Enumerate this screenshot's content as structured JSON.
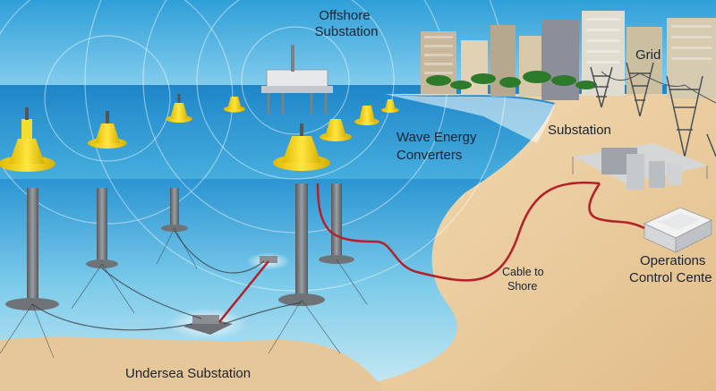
{
  "labels": {
    "offshore_substation": [
      "Offshore",
      "Substation"
    ],
    "wave_energy_converters": [
      "Wave Energy",
      "Converters"
    ],
    "grid": "Grid",
    "substation": "Substation",
    "cable_to_shore": [
      "Cable to",
      "Shore"
    ],
    "operations_control_center": [
      "Operations",
      "Control Cente"
    ],
    "undersea_substation": "Undersea Substation"
  },
  "colors": {
    "sky": "#3aa7dd",
    "sea_surface": "#2f8fce",
    "underwater": "#5bb4dc",
    "sand": "#e9c99b",
    "buoy": "#f3d21a",
    "cable": "#b3202a",
    "pole": "#6e7378"
  }
}
